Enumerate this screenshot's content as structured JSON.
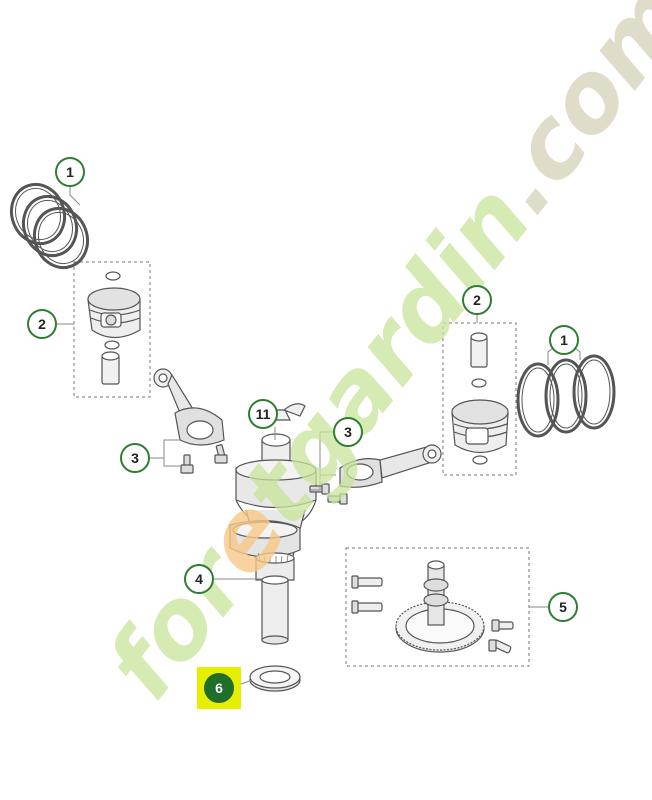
{
  "colors": {
    "callout_ring": "#2e7d32",
    "callout_text": "#222222",
    "highlight_bg": "#e6ef00",
    "highlight_circle": "#1f6e2a",
    "highlight_text": "#ffffff",
    "line_art": "#555555",
    "part_fill": "#eeeeee",
    "watermark_green": "#c8e39a",
    "watermark_orange": "#f6c887",
    "watermark_beige": "#ddd8c4"
  },
  "callouts": [
    {
      "id": "1",
      "label": "1"
    },
    {
      "id": "2",
      "label": "2"
    },
    {
      "id": "3",
      "label": "3"
    },
    {
      "id": "11",
      "label": "11"
    },
    {
      "id": "3",
      "label": "3"
    },
    {
      "id": "2",
      "label": "2"
    },
    {
      "id": "1",
      "label": "1"
    },
    {
      "id": "4",
      "label": "4"
    },
    {
      "id": "5",
      "label": "5"
    },
    {
      "id": "6",
      "label": "6",
      "highlighted": true
    }
  ],
  "watermark": {
    "part1": "for",
    "part2": "e",
    "part3": "t",
    "part4": "gardin",
    "part5": ".com"
  }
}
